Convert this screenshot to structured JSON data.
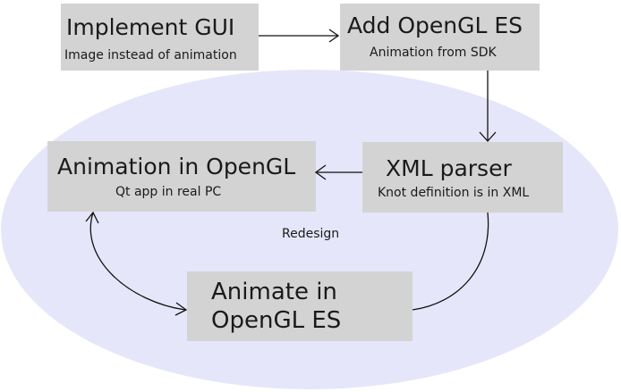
{
  "region": {
    "label": "Redesign",
    "fill": "#e6e6fa"
  },
  "box_fill": "#d3d3d3",
  "nodes": {
    "implement_gui": {
      "title": "Implement GUI",
      "subtitle": "Image instead of animation"
    },
    "add_opengl_es": {
      "title": "Add OpenGL ES",
      "subtitle": "Animation from SDK"
    },
    "xml_parser": {
      "title": "XML parser",
      "subtitle": "Knot definition is in XML"
    },
    "animation_in_opengl": {
      "title": "Animation in OpenGL",
      "subtitle": "Qt app in real PC"
    },
    "animate_in_opengl_es": {
      "title_line1": "Animate in",
      "title_line2": "OpenGL ES"
    }
  },
  "edges": [
    {
      "from": "implement_gui",
      "to": "add_opengl_es"
    },
    {
      "from": "add_opengl_es",
      "to": "xml_parser"
    },
    {
      "from": "xml_parser",
      "to": "animation_in_opengl"
    },
    {
      "from": "xml_parser",
      "to": "animate_in_opengl_es"
    },
    {
      "from": "animate_in_opengl_es",
      "to": "animation_in_opengl",
      "bidirectional": true
    }
  ]
}
